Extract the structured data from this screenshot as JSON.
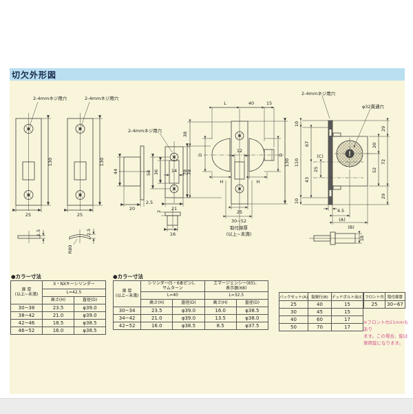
{
  "page": {
    "title": "切欠外形図"
  },
  "diagram": {
    "labels": {
      "screw": "2-4mmネジ用穴",
      "hole": "φ32貫通穴",
      "range": "30~52",
      "door": "取付扉厚",
      "door_sub": "(以上~未満)"
    },
    "dims": {
      "v25": "25",
      "v130": "130",
      "v1_5": "1.5",
      "v2_5": "2.5",
      "r80": "R80",
      "v44": "44",
      "v20": "20",
      "v21": "21",
      "v14": "14",
      "v78": "78",
      "v58": "58",
      "v36": "36",
      "v16": "16",
      "v2": "2",
      "L": "L",
      "v40": "40",
      "v15": "15",
      "D": "D",
      "H": "H",
      "v12": "12",
      "v38": "38",
      "v10": "10",
      "v67": "67",
      "v110": "110",
      "v43": "43",
      "vC": "(C)",
      "v4_5": "4.5",
      "vA": "(A)",
      "vB": "(B)",
      "v29": "29",
      "v72": "72",
      "v52": "52",
      "v18": "18"
    }
  },
  "tables": {
    "collar1": {
      "title": "●カラー寸法",
      "col_door": "扉 厚",
      "col_door_sub": "(以上~未満)",
      "group": "X・NXキーシリンダー",
      "length": "L=42.5",
      "h_height": "高さ(H)",
      "h_dia": "直径(D)",
      "rows": [
        [
          "30~38",
          "23.5",
          "φ39.0"
        ],
        [
          "38~42",
          "21.0",
          "φ39.0"
        ],
        [
          "42~46",
          "18.5",
          "φ38.5"
        ],
        [
          "46~52",
          "16.0",
          "φ38.5"
        ]
      ]
    },
    "collar2": {
      "title": "●カラー寸法",
      "col_door": "扉 厚",
      "col_door_sub": "(以上~未満)",
      "group1a": "シリンダー(5・6本ピン)、",
      "group1b": "サムターン",
      "group1_len": "L=40",
      "group2a": "エマージェンシー(65)、",
      "group2b": "表示器(68)",
      "group2_len": "L=32.5",
      "h_height": "高さ(H)",
      "h_dia": "直径(D)",
      "rows": [
        [
          "30~34",
          "23.5",
          "φ39.0",
          "16.0",
          "φ38.5"
        ],
        [
          "34~42",
          "21.0",
          "φ39.0",
          "13.5",
          "φ38.0"
        ],
        [
          "42~52",
          "16.0",
          "φ38.5",
          "8.5",
          "φ37.5"
        ]
      ]
    },
    "backset": {
      "h1": "バックセット(A)",
      "h2": "錠奥行(B)",
      "h3": "デッドボルト出(C)",
      "rows": [
        [
          "25",
          "40",
          "15"
        ],
        [
          "30",
          "45",
          "15"
        ],
        [
          "40",
          "60",
          "17"
        ],
        [
          "50",
          "70",
          "17"
        ]
      ]
    },
    "front": {
      "h1": "フロント巾",
      "h2": "取付扉厚",
      "rows": [
        [
          "25",
          "30~67"
        ]
      ]
    },
    "note": {
      "line1": "※フロント巾21mmもあり",
      "line2": "ます。この場合、錠は",
      "line3": "専用錠になります。"
    }
  }
}
